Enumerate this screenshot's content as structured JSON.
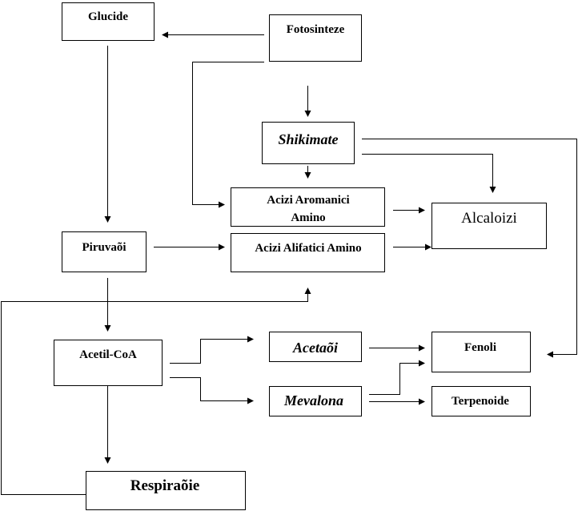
{
  "nodes": {
    "glucide": "Glucide",
    "fotosinteze": "Fotosinteze",
    "shikimate": "Shikimate",
    "acizi_aromanici_line1": "Acizi Aromanici",
    "acizi_aromanici_line2": "Amino",
    "acizi_alifatici": "Acizi Alifatici Amino",
    "alcaloizi": "Alcaloizi",
    "piruvaoi": "Piruvaõi",
    "acetil_coa": "Acetil-CoA",
    "acetaoi": "Acetaõi",
    "mevalona": "Mevalona",
    "fenoli": "Fenoli",
    "terpenoide": "Terpenoide",
    "respiraoie": "Respiraõie"
  }
}
